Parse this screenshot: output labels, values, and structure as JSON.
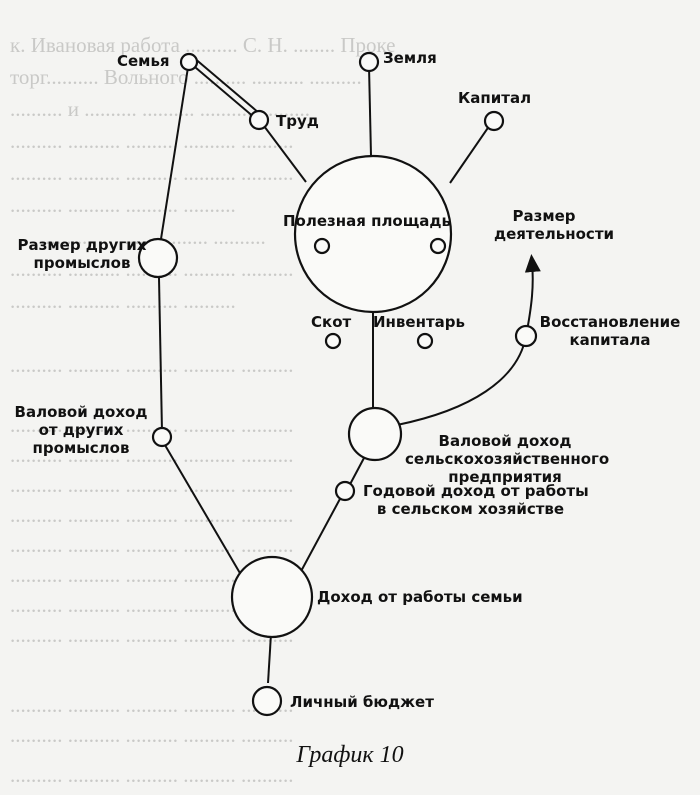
{
  "labels": {
    "family": "Семья",
    "land": "Земля",
    "labor": "Труд",
    "capital": "Капитал",
    "useful_area": "Полезная площадь",
    "activity_size_1": "Размер",
    "activity_size_2": "деятельности",
    "other_crafts_size_1": "Размер других",
    "other_crafts_size_2": "промыслов",
    "livestock": "Скот",
    "inventory": "Инвентарь",
    "capital_restoration_1": "Восстановление",
    "capital_restoration_2": "капитала",
    "gross_income_other_1": "Валовой доход",
    "gross_income_other_2": "от других",
    "gross_income_other_3": "промыслов",
    "gross_income_farm_1": "Валовой доход",
    "gross_income_farm_2": "сельскохозяйственного",
    "gross_income_farm_3": "предприятия",
    "annual_income_1": "Годовой доход от работы",
    "annual_income_2": "в сельском хозяйстве",
    "family_labor_income": "Доход от работы семьи",
    "personal_budget": "Личный бюджет"
  },
  "caption": "График 10"
}
